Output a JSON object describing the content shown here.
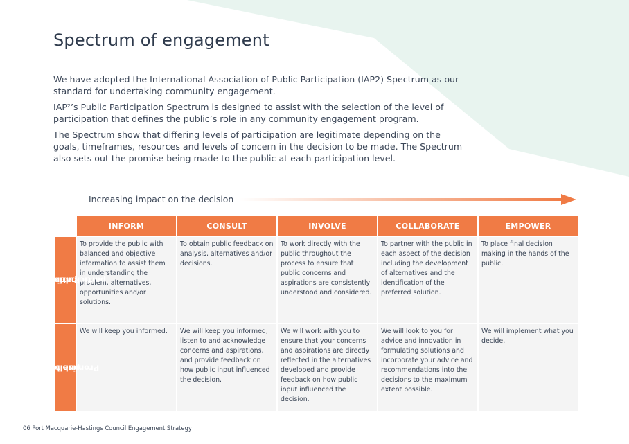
{
  "title": "Spectrum of engagement",
  "intro": [
    "We have adopted the International Association of Public Participation (IAP2) Spectrum as our standard for undertaking community engagement.",
    "IAP²’s Public Participation Spectrum is designed to assist with the selection of the level of participation that defines the public’s role in any community engagement program.",
    "The Spectrum show that differing levels of participation are legitimate depending on the goals, timeframes, resources and levels of concern in the decision to be made. The Spectrum also sets out the promise being made to the public at each participation level."
  ],
  "impact_label": "Increasing impact on the decision",
  "colors": {
    "accent": "#f07b45",
    "cell_bg": "#f4f4f4",
    "text": "#2e3a4c",
    "bg_shape": "#e8f4ef"
  },
  "table": {
    "levels": [
      "INFORM",
      "CONSULT",
      "INVOLVE",
      "COLLABORATE",
      "EMPOWER"
    ],
    "rows": [
      {
        "label": "Public participation goal",
        "label_lines": [
          "Public",
          "participation goal"
        ],
        "cells": [
          "To provide the public with balanced and objective information to assist them in understanding the problem, alternatives, opportunities and/or solutions.",
          "To obtain public feedback on analysis, alternatives and/or decisions.",
          "To work directly with the public throughout the process to ensure that public concerns and aspirations are consistently understood and considered.",
          "To partner with the public in each aspect of the decision including the development of alternatives and the identification of the preferred solution.",
          "To place final decision making in the hands of the public."
        ]
      },
      {
        "label": "Promise to the public",
        "label_lines": [
          "Promise to the",
          "public"
        ],
        "cells": [
          "We will keep you informed.",
          "We will keep you informed, listen to and acknowledge concerns and aspirations, and provide feedback on how public input influenced the decision.",
          "We will work with you to ensure that your concerns and aspirations are directly reflected in the alternatives developed and provide feedback on how public input influenced the decision.",
          "We will look to you for advice and innovation in formulating solutions and incorporate your advice and recommendations into the decisions to the maximum extent possible.",
          "We will implement what you decide."
        ]
      }
    ]
  },
  "footer": {
    "page_number": "06",
    "doc_title": "Port Macquarie-Hastings Council Engagement Strategy"
  }
}
